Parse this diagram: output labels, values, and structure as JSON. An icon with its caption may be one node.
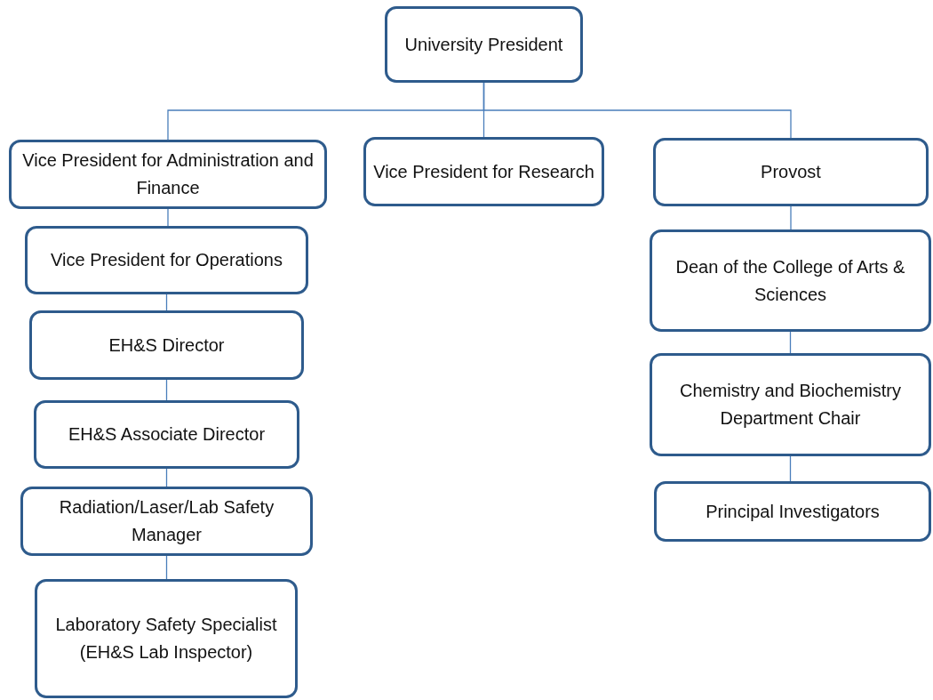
{
  "diagram": {
    "nodes": [
      {
        "text": [
          "University President"
        ]
      },
      {
        "text": [
          "Vice President for Administration and Finance"
        ]
      },
      {
        "text": [
          "Vice President for Research"
        ]
      },
      {
        "text": [
          "Provost"
        ]
      },
      {
        "text": [
          "Vice President for Operations"
        ]
      },
      {
        "text": [
          "EH&S Director"
        ]
      },
      {
        "text": [
          "EH&S Associate Director"
        ]
      },
      {
        "text": [
          "Radiation/Laser/Lab Safety Manager"
        ]
      },
      {
        "text": [
          "Laboratory Safety Specialist",
          "(EH&S Lab Inspector)"
        ]
      },
      {
        "text": [
          "Dean of the College of Arts & Sciences"
        ]
      },
      {
        "text": [
          "Chemistry and Biochemistry Department Chair"
        ]
      },
      {
        "text": [
          "Principal Investigators"
        ]
      }
    ],
    "edges": [
      {
        "from": 0,
        "to": 1,
        "arrow": "none"
      },
      {
        "from": 0,
        "to": 2,
        "arrow": "none"
      },
      {
        "from": 0,
        "to": 3,
        "arrow": "none"
      },
      {
        "from": 1,
        "to": 4,
        "arrow": "none"
      },
      {
        "from": 4,
        "to": 5,
        "arrow": "none"
      },
      {
        "from": 5,
        "to": 6,
        "arrow": "none"
      },
      {
        "from": 6,
        "to": 7,
        "arrow": "none"
      },
      {
        "from": 7,
        "to": 8,
        "arrow": "none"
      },
      {
        "from": 3,
        "to": 9,
        "arrow": "none"
      },
      {
        "from": 9,
        "to": 10,
        "arrow": "none"
      },
      {
        "from": 10,
        "to": 11,
        "arrow": "none"
      }
    ]
  }
}
